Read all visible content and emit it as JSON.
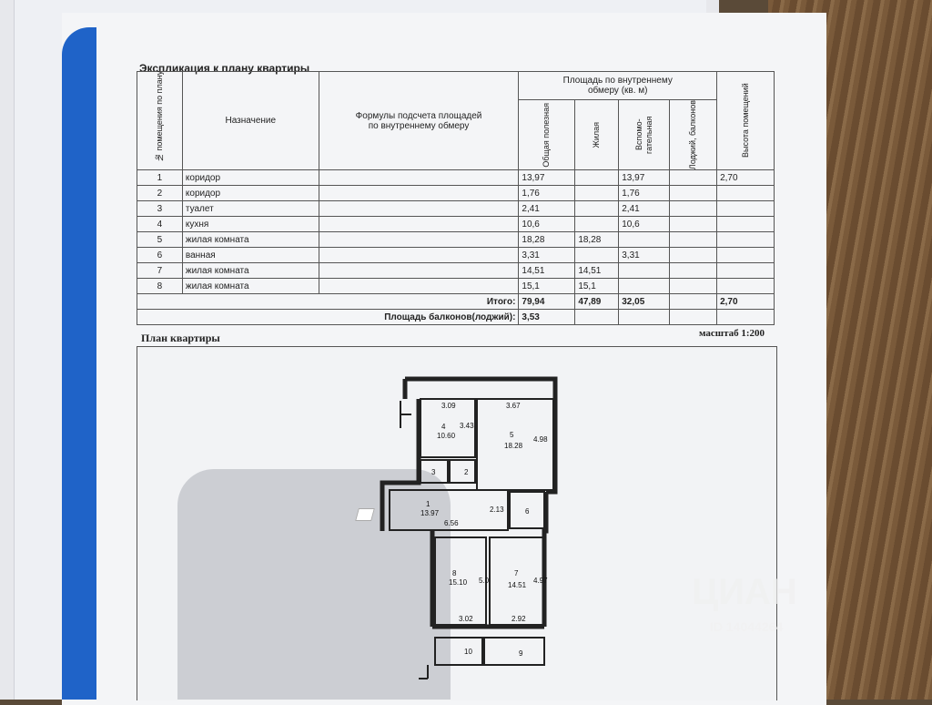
{
  "title": "Экспликация к плану квартиры",
  "header": {
    "room_no": "№ помещения по плану",
    "purpose": "Назначение",
    "formulas": "Формулы подсчета площадей по внутреннему обмеру",
    "area_group": "Площадь по внутреннему обмеру (кв. м)",
    "total_useful": "Общая полезная",
    "living": "Жилая",
    "auxiliary": "Вспомо-гательная",
    "loggias": "Лоджий, балконов",
    "height": "Высота помещений"
  },
  "rows": [
    {
      "no": "1",
      "name": "коридор",
      "total": "13,97",
      "living": "",
      "aux": "13,97",
      "height": "2,70"
    },
    {
      "no": "2",
      "name": "коридор",
      "total": "1,76",
      "living": "",
      "aux": "1,76",
      "height": ""
    },
    {
      "no": "3",
      "name": "туалет",
      "total": "2,41",
      "living": "",
      "aux": "2,41",
      "height": ""
    },
    {
      "no": "4",
      "name": "кухня",
      "total": "10,6",
      "living": "",
      "aux": "10,6",
      "height": ""
    },
    {
      "no": "5",
      "name": "жилая комната",
      "total": "18,28",
      "living": "18,28",
      "aux": "",
      "height": ""
    },
    {
      "no": "6",
      "name": "ванная",
      "total": "3,31",
      "living": "",
      "aux": "3,31",
      "height": ""
    },
    {
      "no": "7",
      "name": "жилая комната",
      "total": "14,51",
      "living": "14,51",
      "aux": "",
      "height": ""
    },
    {
      "no": "8",
      "name": "жилая комната",
      "total": "15,1",
      "living": "15,1",
      "aux": "",
      "height": ""
    }
  ],
  "totals": {
    "label": "Итого:",
    "total": "79,94",
    "living": "47,89",
    "aux": "32,05",
    "height": "2,70"
  },
  "balcony": {
    "label": "Площадь балконов(лоджий):",
    "value": "3,53"
  },
  "plan": {
    "title": "План квартиры",
    "scale": "масштаб 1:200",
    "labels": {
      "r4_w": "3.09",
      "r4_no": "4",
      "r4_a": "10.60",
      "r4_h": "3.43",
      "r5_w": "3.67",
      "r5_no": "5",
      "r5_a": "18.28",
      "r5_h": "4.98",
      "r3": "3",
      "r2": "2",
      "r1_no": "1",
      "r1_a": "13.97",
      "r1_w": "6.56",
      "r1_h": "2.13",
      "r6": "6",
      "r8_no": "8",
      "r8_a": "15.10",
      "r8_h": "5.0",
      "r8_w": "3.02",
      "r7_no": "7",
      "r7_a": "14.51",
      "r7_h": "4.97",
      "r7_w": "2.92",
      "r10": "10",
      "r9": "9"
    }
  },
  "watermark": {
    "brand": "ЦИАН",
    "id": "ID 14044264"
  }
}
